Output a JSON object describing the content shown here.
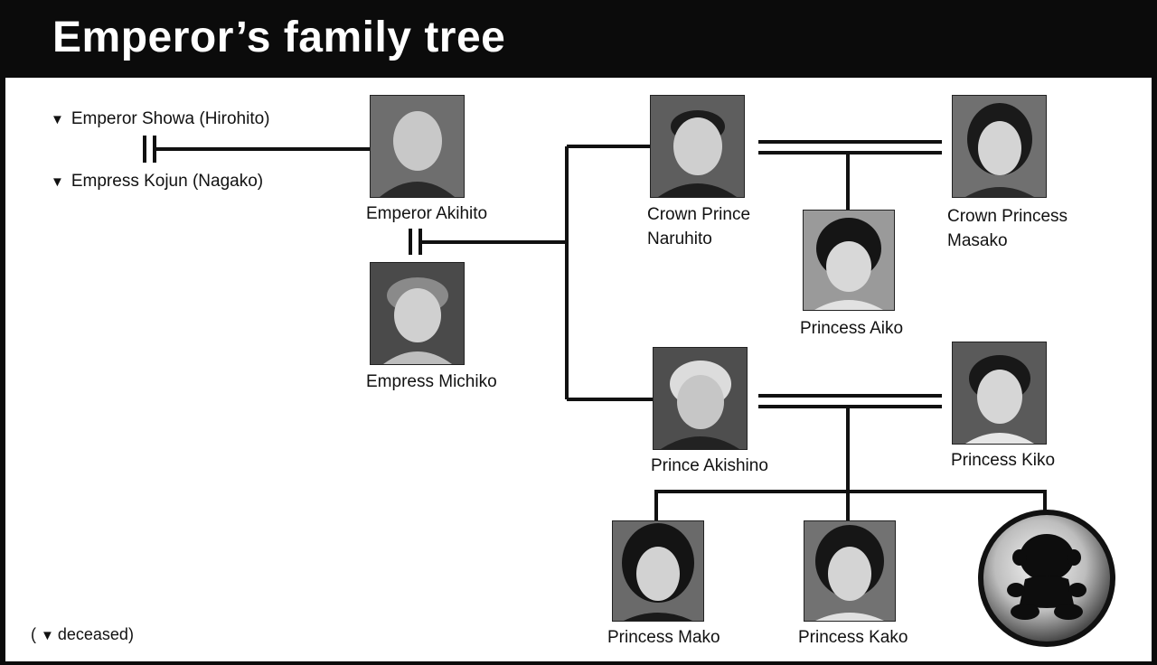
{
  "title": "Emperor’s family tree",
  "deceased_marker": "▼",
  "legend": {
    "open": "(",
    "marker": "▼",
    "text": "deceased)"
  },
  "people": {
    "showa": {
      "name": "Emperor Showa (Hirohito)",
      "deceased": true
    },
    "kojun": {
      "name": "Empress Kojun (Nagako)",
      "deceased": true
    },
    "akihito": {
      "name": "Emperor Akihito"
    },
    "michiko": {
      "name": "Empress Michiko"
    },
    "naruhito": {
      "line1": "Crown Prince",
      "line2": "Naruhito"
    },
    "masako": {
      "line1": "Crown Princess",
      "line2": "Masako"
    },
    "aiko": {
      "name": "Princess Aiko"
    },
    "akishino": {
      "name": "Prince Akishino"
    },
    "kiko": {
      "name": "Princess Kiko"
    },
    "mako": {
      "name": "Princess Mako"
    },
    "kako": {
      "name": "Princess Kako"
    }
  },
  "baby_icon": "baby-silhouette-icon"
}
